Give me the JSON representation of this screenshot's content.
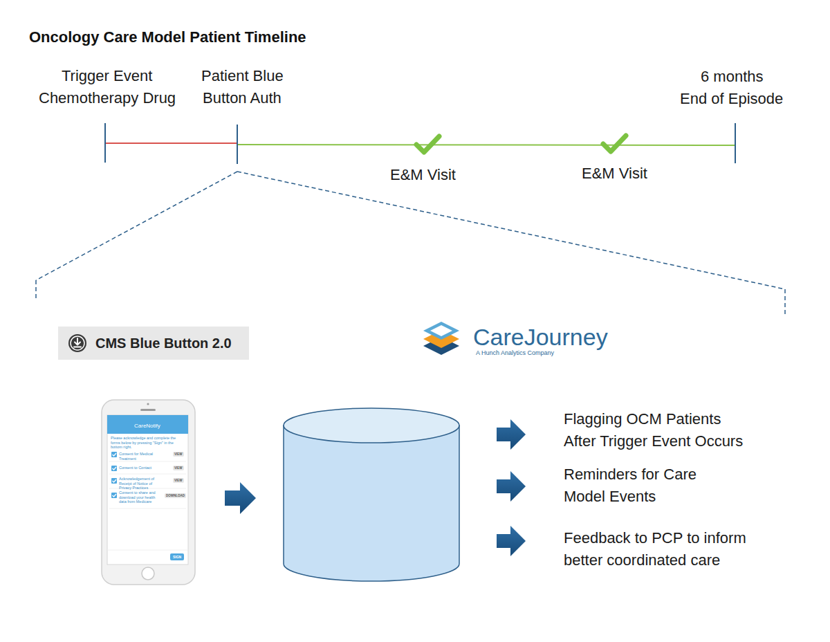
{
  "diagram": {
    "title": "Oncology Care Model Patient Timeline",
    "nodes": [
      {
        "text": [
          "CMS Blue Button 2.0"
        ]
      }
    ],
    "labels": [
      "Trigger Event",
      "Chemotherapy Drug",
      "Patient Blue",
      "Button Auth",
      "6 months",
      "End of Episode",
      "E&M Visit",
      "E&M Visit",
      "CareJourney",
      "A Hunch Analytics Company",
      "CareNotify",
      "Please acknowledge and complete the forms below by pressing \"Sign\" in the bottom right.",
      "Consent for Medical Treatment",
      "VIEW",
      "Consent to Contact",
      "VIEW",
      "Acknowledgement of Receipt of Notice of Privacy Practices",
      "VIEW",
      "Consent to share and download your health data from Medicare",
      "DOWNLOAD",
      "SIGN",
      "Flagging OCM Patients",
      "After Trigger Event Occurs",
      "Reminders for Care",
      "Model Events",
      "Feedback to PCP to inform",
      "better coordinated care"
    ]
  }
}
